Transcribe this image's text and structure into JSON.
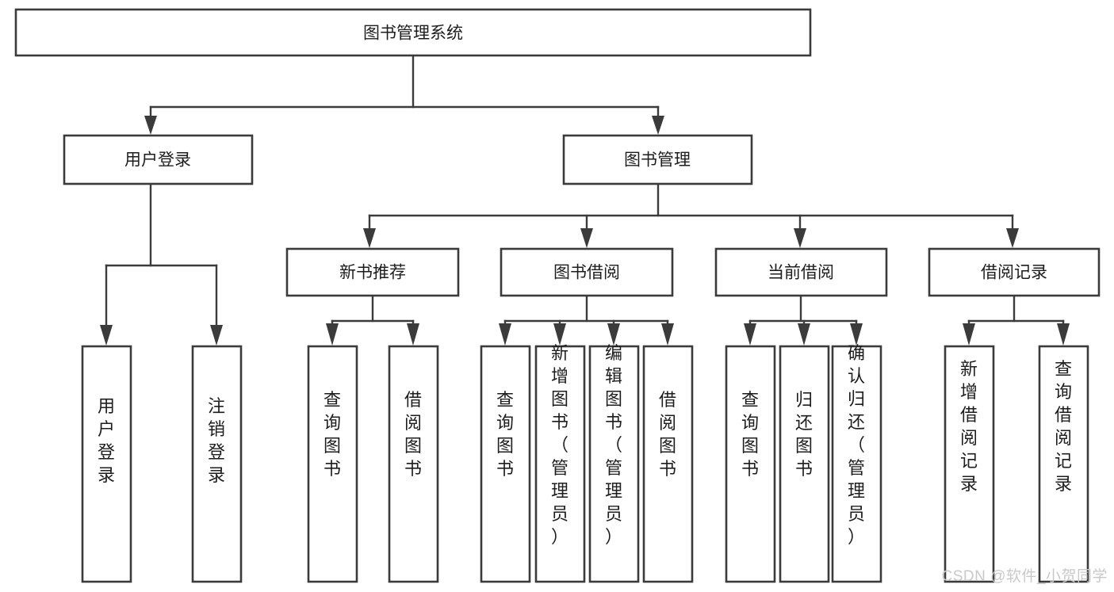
{
  "diagram": {
    "title": "图书管理系统",
    "type": "tree-hierarchy",
    "root": {
      "label": "图书管理系统"
    },
    "level2": [
      {
        "label": "用户登录"
      },
      {
        "label": "图书管理"
      }
    ],
    "level3": [
      {
        "label": "新书推荐"
      },
      {
        "label": "图书借阅"
      },
      {
        "label": "当前借阅"
      },
      {
        "label": "借阅记录"
      }
    ],
    "leaves": {
      "user_login": [
        "用户登录",
        "注销登录"
      ],
      "new_book_recommend": [
        "查询图书",
        "借阅图书"
      ],
      "book_borrow": [
        "查询图书",
        "新增图书（管理员）",
        "编辑图书（管理员）",
        "借阅图书"
      ],
      "current_borrow": [
        "查询图书",
        "归还图书",
        "确认归还（管理员）"
      ],
      "borrow_record": [
        "新增借阅记录",
        "查询借阅记录"
      ]
    }
  },
  "watermark": {
    "text": "CSDN @软件_小贺同学",
    "color": "#c9c9c9"
  },
  "style": {
    "stroke": "#3b3b3b",
    "fill": "#ffffff",
    "text": "#1d1d1d"
  }
}
